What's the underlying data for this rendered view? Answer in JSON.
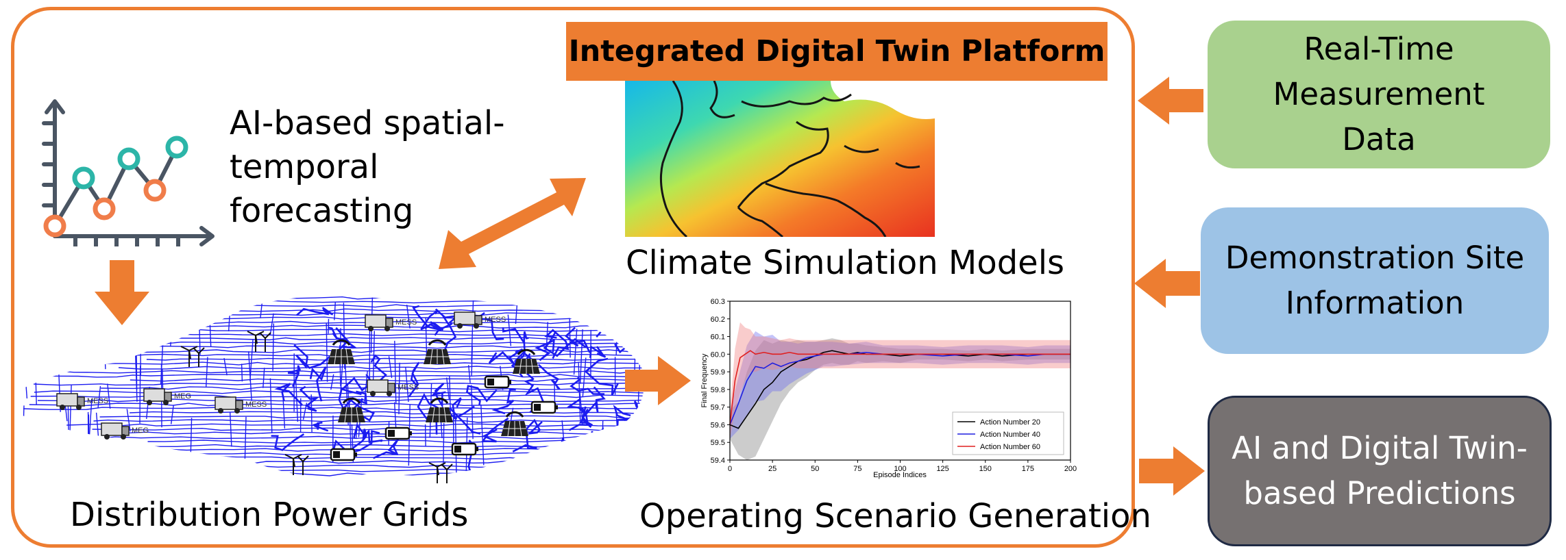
{
  "platform": {
    "title": "Integrated Digital Twin Platform"
  },
  "panels": {
    "forecasting": {
      "lines": [
        "AI-based spatial-",
        "temporal",
        "forecasting"
      ]
    },
    "climate": {
      "caption": "Climate Simulation Models"
    },
    "grid": {
      "caption": "Distribution Power Grids",
      "labels": {
        "mess": "MESS",
        "meg": "MEG"
      }
    },
    "scenario": {
      "caption": "Operating Scenario Generation"
    }
  },
  "side_boxes": {
    "realtime": "Real-Time Measurement Data",
    "demo": "Demonstration Site Information",
    "ai": "AI and Digital Twin-based Predictions"
  },
  "colors": {
    "accent": "#ED7D31",
    "realtime_box": "#A9D18E",
    "demo_box": "#9DC3E6",
    "ai_box": "#767171",
    "forecast_teal": "#2CB5A8",
    "forecast_orange": "#F07D4A",
    "grid_lines": "#1C1CF0"
  },
  "chart_data": {
    "type": "line",
    "xlabel": "Episode Indices",
    "ylabel": "Final Frequency",
    "xlim": [
      0,
      200
    ],
    "ylim": [
      59.4,
      60.3
    ],
    "xticks": [
      0,
      25,
      50,
      75,
      100,
      125,
      150,
      175,
      200
    ],
    "yticks": [
      59.4,
      59.5,
      59.6,
      59.7,
      59.8,
      59.9,
      60.0,
      60.1,
      60.2,
      60.3
    ],
    "legend_position": "bottom-right",
    "series": [
      {
        "name": "Action Number 20",
        "color": "#000000",
        "band_color": "#808080",
        "x": [
          0,
          5,
          10,
          15,
          20,
          25,
          30,
          35,
          40,
          45,
          50,
          55,
          60,
          65,
          70,
          75,
          80,
          90,
          100,
          110,
          125,
          140,
          150,
          160,
          175,
          185,
          200
        ],
        "y": [
          59.6,
          59.58,
          59.65,
          59.72,
          59.8,
          59.84,
          59.9,
          59.93,
          59.96,
          59.97,
          59.99,
          60.01,
          60.02,
          60.01,
          60.0,
          60.01,
          60.0,
          60.0,
          59.99,
          60.0,
          60.0,
          59.99,
          60.0,
          59.99,
          60.0,
          60.0,
          60.0
        ],
        "spread": [
          0.08,
          0.15,
          0.25,
          0.3,
          0.28,
          0.22,
          0.18,
          0.14,
          0.12,
          0.1,
          0.08,
          0.07,
          0.07,
          0.07,
          0.06,
          0.05,
          0.05,
          0.04,
          0.04,
          0.03,
          0.03,
          0.03,
          0.03,
          0.03,
          0.03,
          0.03,
          0.03
        ]
      },
      {
        "name": "Action Number 40",
        "color": "#1F1FE0",
        "band_color": "#6C6CF0",
        "x": [
          0,
          5,
          10,
          15,
          20,
          25,
          30,
          35,
          40,
          45,
          50,
          55,
          60,
          70,
          80,
          90,
          100,
          110,
          125,
          140,
          150,
          160,
          175,
          185,
          200
        ],
        "y": [
          59.6,
          59.72,
          59.85,
          59.93,
          59.92,
          59.95,
          59.93,
          59.95,
          59.96,
          59.98,
          59.99,
          60.0,
          60.0,
          60.0,
          60.01,
          60.0,
          60.0,
          60.0,
          59.99,
          60.0,
          60.0,
          60.0,
          59.99,
          60.0,
          60.0
        ],
        "spread": [
          0.08,
          0.15,
          0.2,
          0.2,
          0.18,
          0.16,
          0.14,
          0.12,
          0.1,
          0.09,
          0.08,
          0.07,
          0.07,
          0.06,
          0.06,
          0.05,
          0.05,
          0.05,
          0.05,
          0.05,
          0.05,
          0.05,
          0.05,
          0.05,
          0.05
        ]
      },
      {
        "name": "Action Number 60",
        "color": "#E01F1F",
        "band_color": "#F08080",
        "x": [
          0,
          3,
          6,
          9,
          12,
          15,
          20,
          25,
          30,
          35,
          40,
          50,
          60,
          75,
          90,
          100,
          110,
          125,
          140,
          150,
          160,
          175,
          185,
          200
        ],
        "y": [
          59.6,
          59.85,
          59.98,
          60.0,
          60.02,
          60.0,
          60.01,
          60.0,
          60.0,
          60.01,
          60.0,
          60.0,
          60.0,
          60.0,
          60.0,
          60.0,
          60.0,
          60.0,
          60.0,
          60.0,
          60.0,
          60.0,
          60.0,
          60.0
        ],
        "spread": [
          0.08,
          0.18,
          0.2,
          0.15,
          0.12,
          0.1,
          0.09,
          0.09,
          0.08,
          0.08,
          0.08,
          0.08,
          0.08,
          0.08,
          0.08,
          0.08,
          0.08,
          0.08,
          0.08,
          0.08,
          0.08,
          0.08,
          0.08,
          0.08
        ]
      }
    ]
  }
}
